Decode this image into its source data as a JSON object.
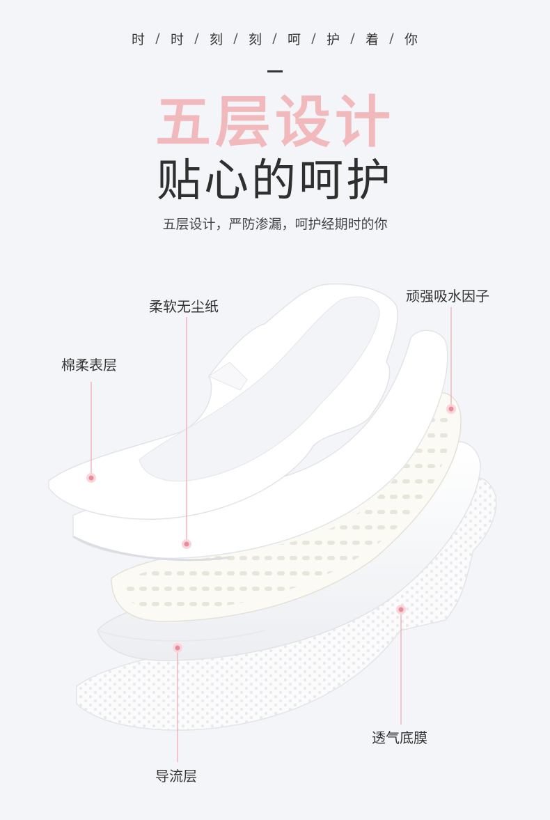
{
  "header": {
    "tagline_chars": [
      "时",
      "时",
      "刻",
      "刻",
      "呵",
      "护",
      "着",
      "你"
    ],
    "tagline_separator": "/",
    "title_main": "五层设计",
    "title_sub": "贴心的呵护",
    "subtitle": "五层设计，严防渗漏，呵护经期时的你"
  },
  "layers": {
    "top_sheet": "棉柔表层",
    "tissue_paper": "柔软无尘纸",
    "absorbent_core": "顽强吸水因子",
    "diversion_layer": "导流层",
    "backsheet": "透气底膜"
  },
  "colors": {
    "accent_pink": "#f2b9bd",
    "marker_pink": "#e98a98",
    "background": "#f4f5f9",
    "text_dark": "#2f2f2f"
  }
}
